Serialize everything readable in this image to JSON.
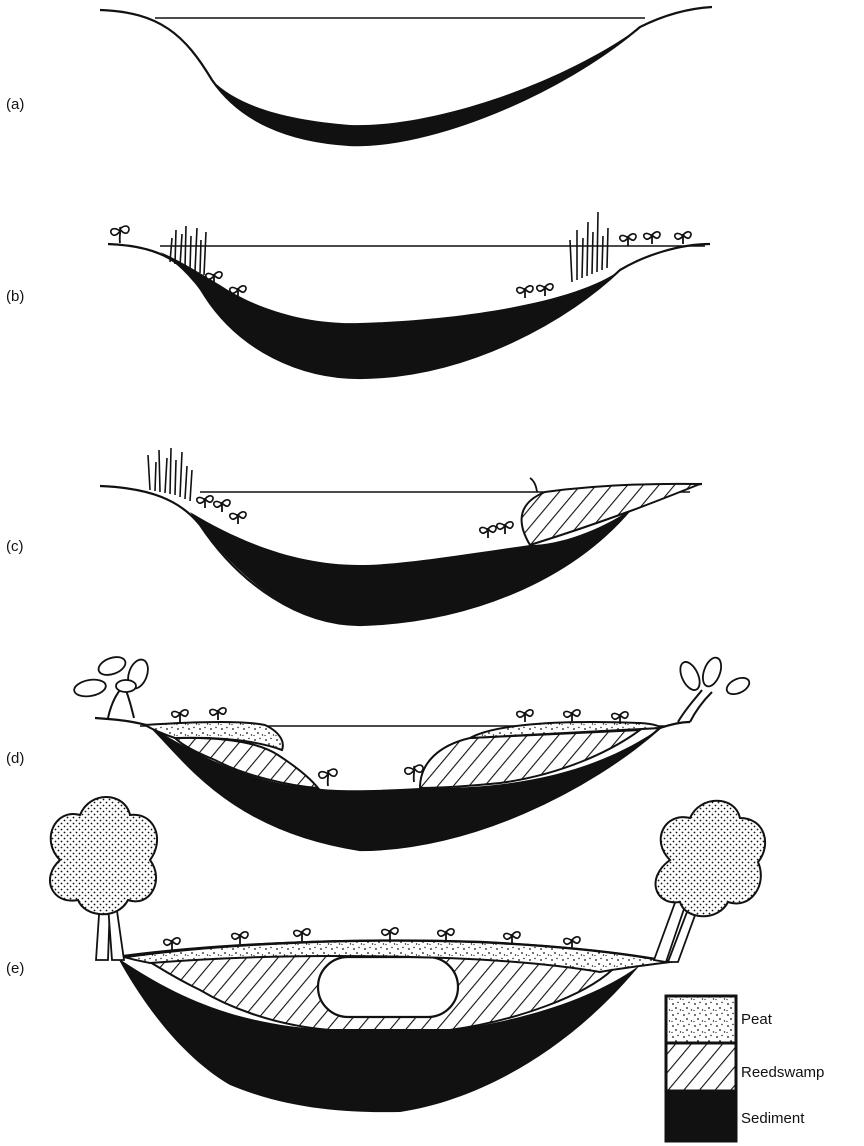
{
  "panels": [
    {
      "label": "(a)"
    },
    {
      "label": "(b)"
    },
    {
      "label": "(c)"
    },
    {
      "label": "(d)"
    },
    {
      "label": "(e)"
    }
  ],
  "legend": {
    "items": [
      {
        "label": "Peat",
        "pattern": "stipple"
      },
      {
        "label": "Reedswamp",
        "pattern": "hatch"
      },
      {
        "label": "Sediment",
        "pattern": "solid"
      }
    ]
  },
  "colors": {
    "ink": "#111111",
    "paper": "#ffffff",
    "tree_fill": "#e6e6e6"
  }
}
